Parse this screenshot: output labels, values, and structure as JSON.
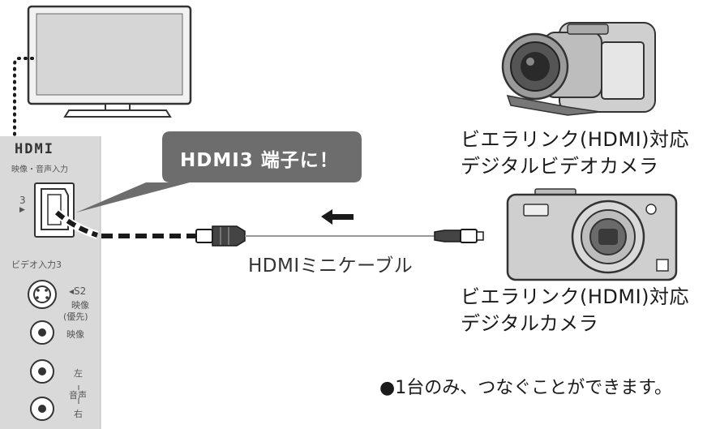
{
  "panel": {
    "logo": "HDMI",
    "video_audio_input": "映像・音声入力",
    "port_number": "3",
    "video_input_3": "ビデオ入力3",
    "s2_label": "◂S2",
    "s2_video": "映像",
    "s2_priority": "(優先)",
    "video_jack": "映像",
    "audio_left": "左",
    "audio_label": "音声",
    "audio_right": "右"
  },
  "callout": {
    "text": "HDMI3 端子に！"
  },
  "cable": {
    "label": "HDMIミニケーブル"
  },
  "camcorder": {
    "line1": "ビエラリンク(HDMI)対応",
    "line2": "デジタルビデオカメラ"
  },
  "camera": {
    "line1": "ビエラリンク(HDMI)対応",
    "line2": "デジタルカメラ"
  },
  "footnote": "●1台のみ、つなぐことができます。",
  "colors": {
    "callout_bg": "#6d6d6d",
    "panel_bg": "#d9d9d9",
    "device_gray": "#bdbdbd",
    "cable_black": "#1a1a1a"
  }
}
